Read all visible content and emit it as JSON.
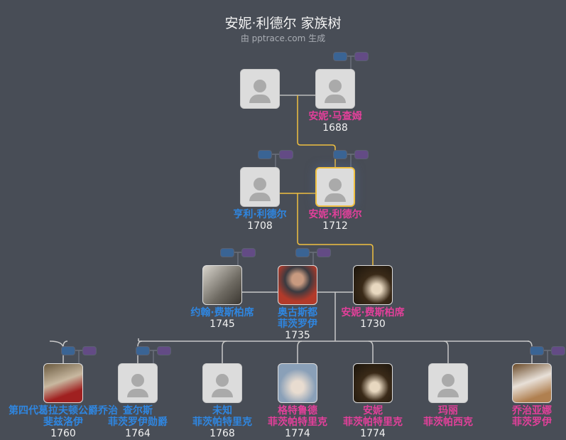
{
  "header": {
    "title": "安妮·利德尔 家族树",
    "subtitle": "由 pptrace.com 生成"
  },
  "colors": {
    "male": "#2f86e0",
    "female": "#e2409a",
    "lineage": "#f0c040",
    "line": "#c8c8c8",
    "background": "#484d56"
  },
  "people": [
    {
      "id": "g1a",
      "name": [],
      "year": "",
      "gender": "m",
      "photo": false
    },
    {
      "id": "g1b",
      "name": [
        "安妮·马查姆"
      ],
      "year": "1688",
      "gender": "f",
      "photo": false
    },
    {
      "id": "g2a",
      "name": [
        "亨利·利德尔"
      ],
      "year": "1708",
      "gender": "m",
      "photo": false
    },
    {
      "id": "g2b",
      "name": [
        "安妮·利德尔"
      ],
      "year": "1712",
      "gender": "f",
      "photo": false,
      "selected": true
    },
    {
      "id": "g3a",
      "name": [
        "约翰·费斯柏席"
      ],
      "year": "1745",
      "gender": "m",
      "photo": true
    },
    {
      "id": "g3b",
      "name": [
        "奥古斯都",
        "菲茨罗伊"
      ],
      "year": "1735",
      "gender": "m",
      "photo": true
    },
    {
      "id": "g3c",
      "name": [
        "安妮·费斯柏席"
      ],
      "year": "1730",
      "gender": "f",
      "photo": true
    },
    {
      "id": "g4a",
      "name": [
        "第四代葛拉夫顿公爵乔治",
        "斐兹洛伊"
      ],
      "year": "1760",
      "gender": "m",
      "photo": true
    },
    {
      "id": "g4b",
      "name": [
        "查尔斯",
        "菲茨罗伊勋爵"
      ],
      "year": "1764",
      "gender": "m",
      "photo": false
    },
    {
      "id": "g4c",
      "name": [
        "未知",
        "菲茨帕特里克"
      ],
      "year": "1768",
      "gender": "m",
      "photo": false
    },
    {
      "id": "g4d",
      "name": [
        "格特鲁德",
        "菲茨帕特里克"
      ],
      "year": "1774",
      "gender": "f",
      "photo": true
    },
    {
      "id": "g4e",
      "name": [
        "安妮",
        "菲茨帕特里克"
      ],
      "year": "1774",
      "gender": "f",
      "photo": true
    },
    {
      "id": "g4f",
      "name": [
        "玛丽",
        "菲茨帕西克"
      ],
      "year": "",
      "gender": "f",
      "photo": false
    },
    {
      "id": "g4g",
      "name": [
        "乔治亚娜",
        "菲茨罗伊"
      ],
      "year": "",
      "gender": "f",
      "photo": true
    }
  ],
  "badge_icons": [
    "expand-ancestors-male",
    "expand-ancestors-female"
  ]
}
